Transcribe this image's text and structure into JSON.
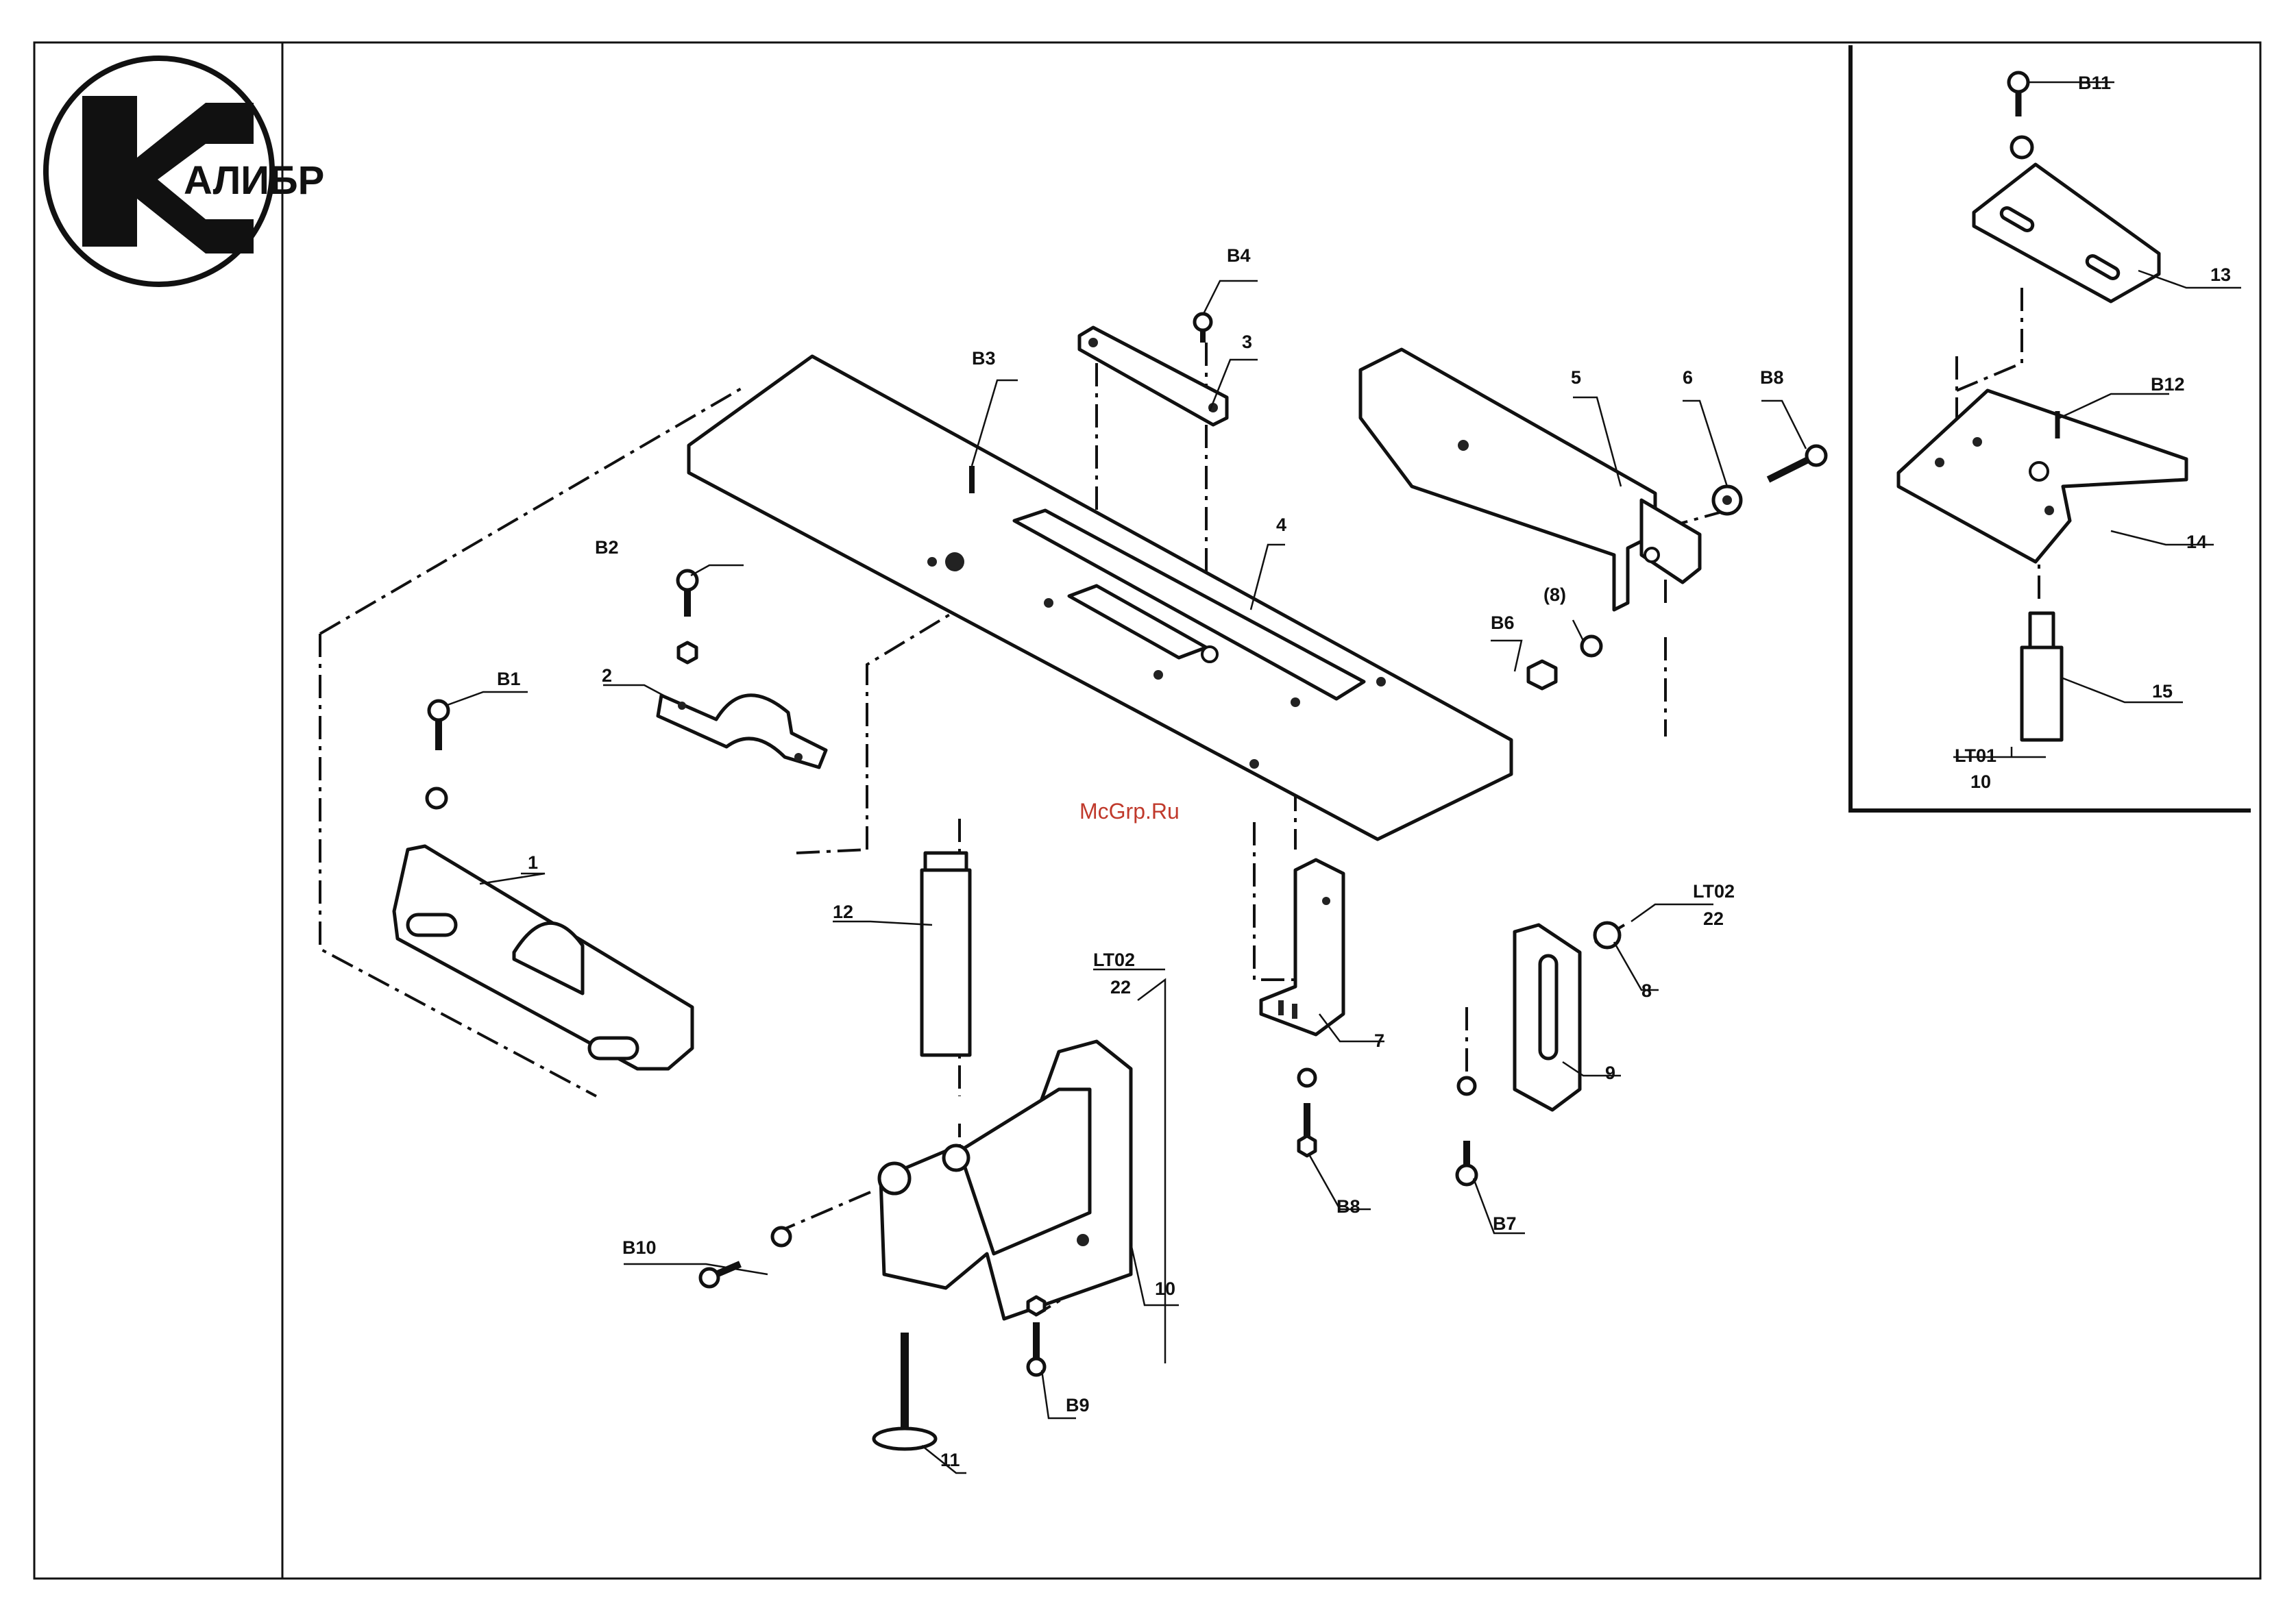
{
  "logo": {
    "text": "АЛИБР",
    "icon": "kalibr-logo-icon"
  },
  "watermark": "McGrp.Ru",
  "labels": {
    "B1": "B1",
    "B2": "B2",
    "B3": "B3",
    "B4": "B4",
    "B6": "B6",
    "B7": "B7",
    "B8": "B8",
    "B9": "B9",
    "B10": "B10",
    "B11": "B11",
    "B12": "B12",
    "p1": "1",
    "p2": "2",
    "p3": "3",
    "p4": "4",
    "p5": "5",
    "p6": "6",
    "p7": "7",
    "p8": "8",
    "p8paren": "(8)",
    "p9": "9",
    "p10": "10",
    "p11": "11",
    "p12": "12",
    "p13": "13",
    "p14": "14",
    "p15": "15",
    "LT02": "LT02",
    "n22": "22",
    "LT01": "LT01",
    "n10": "10"
  }
}
